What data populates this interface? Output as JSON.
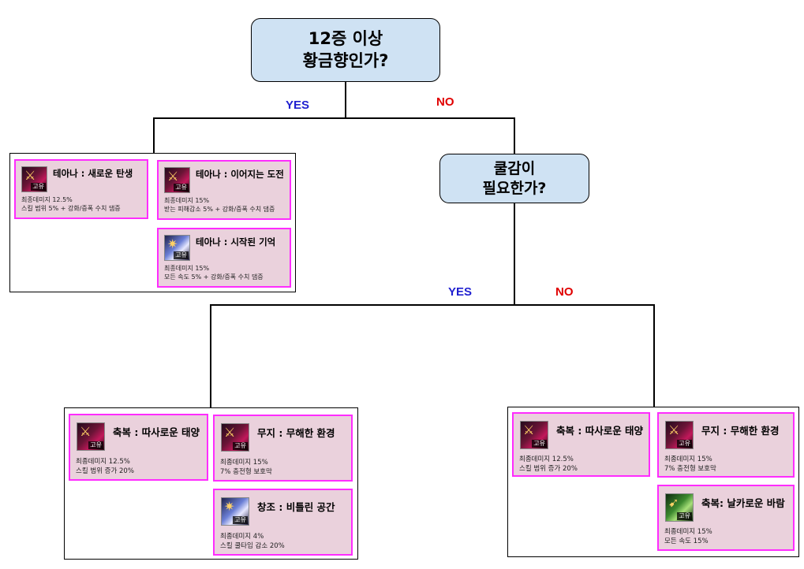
{
  "root": {
    "line1": "12증 이상",
    "line2": "황금향인가?"
  },
  "root_branch": {
    "yes": "YES",
    "no": "NO"
  },
  "second": {
    "line1": "쿨감이",
    "line2": "필요한가?"
  },
  "second_branch": {
    "yes": "YES",
    "no": "NO"
  },
  "icon_tag": "고유",
  "group_a": {
    "cards": [
      {
        "title": "테아나 : 새로운 탄생",
        "desc1": "최종데미지 12.5%",
        "desc2": "스킬 범위 5% + 강화/증폭 수치 댐증",
        "icon": "sword-icon"
      },
      {
        "title": "테아나 : 이어지는 도전",
        "desc1": "최종데미지 15%",
        "desc2": "받는 피해감소 5% + 강화/증폭 수치 댐증",
        "icon": "sword-icon"
      },
      {
        "title": "테아나 : 시작된 기억",
        "desc1": "최종데미지 15%",
        "desc2": "모든 속도 5% + 강화/증폭 수치 댐증",
        "icon": "light-burst-icon"
      }
    ]
  },
  "group_b": {
    "cards": [
      {
        "title": "축복 : 따사로운 태양",
        "desc1": "최종데미지 12.5%",
        "desc2": "스킬 범위 증가 20%",
        "icon": "sword-icon"
      },
      {
        "title": "무지 : 무해한 환경",
        "desc1": "최종데미지 15%",
        "desc2": "7% 충전형 보호막",
        "icon": "sword-icon"
      },
      {
        "title": "창조 : 비틀린 공간",
        "desc1": "최종데미지 4%",
        "desc2": "스킬 쿨타임 감소 20%",
        "icon": "light-burst-icon"
      }
    ]
  },
  "group_c": {
    "cards": [
      {
        "title": "축복 : 따사로운 태양",
        "desc1": "최종데미지 12.5%",
        "desc2": "스킬 범위 증가 20%",
        "icon": "sword-icon"
      },
      {
        "title": "무지 : 무해한 환경",
        "desc1": "최종데미지 15%",
        "desc2": "7% 충전형 보호막",
        "icon": "sword-icon"
      },
      {
        "title": "축복: 날카로운 바람",
        "desc1": "최종데미지 15%",
        "desc2": "모든 속도 15%",
        "icon": "wind-blade-icon"
      }
    ]
  }
}
